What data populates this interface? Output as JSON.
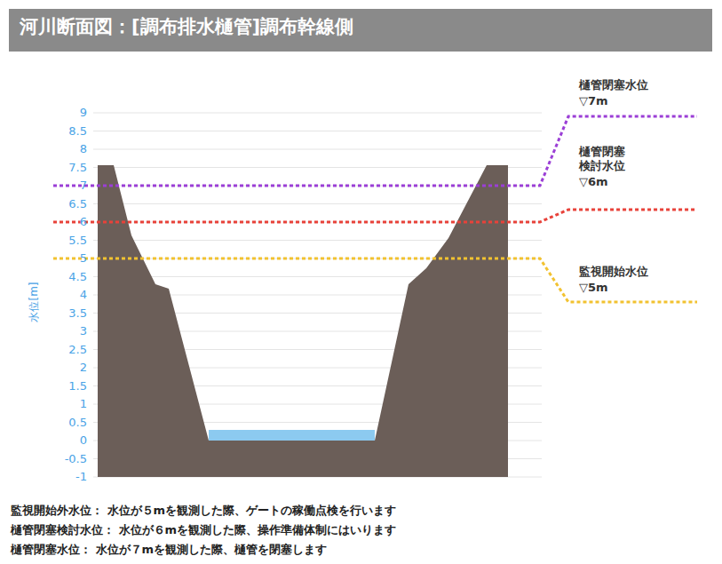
{
  "diagram": {
    "title": "河川断面図：[調布排水樋管]調布幹線側",
    "labels": [
      "9",
      "8.5",
      "8",
      "7.5",
      "7",
      "6.5",
      "6",
      "5.5",
      "5",
      "4.5",
      "4",
      "3.5",
      "3",
      "2.5",
      "2",
      "1.5",
      "1",
      "0.5",
      "0",
      "-0.5",
      "-1",
      "水位[m]",
      "樋管閉塞水位",
      "▽7m",
      "樋管閉塞 検討水位",
      "▽6m",
      "監視開始水位",
      "▽5m",
      "監視開始外水位： 水位が５mを観測した際、ゲートの稼働点検を行います",
      "樋管閉塞検討水位： 水位が６mを観測した際、操作準備体制にはいります",
      "樋管閉塞水位： 水位が７mを観測した際、樋管を閉塞します"
    ]
  }
}
